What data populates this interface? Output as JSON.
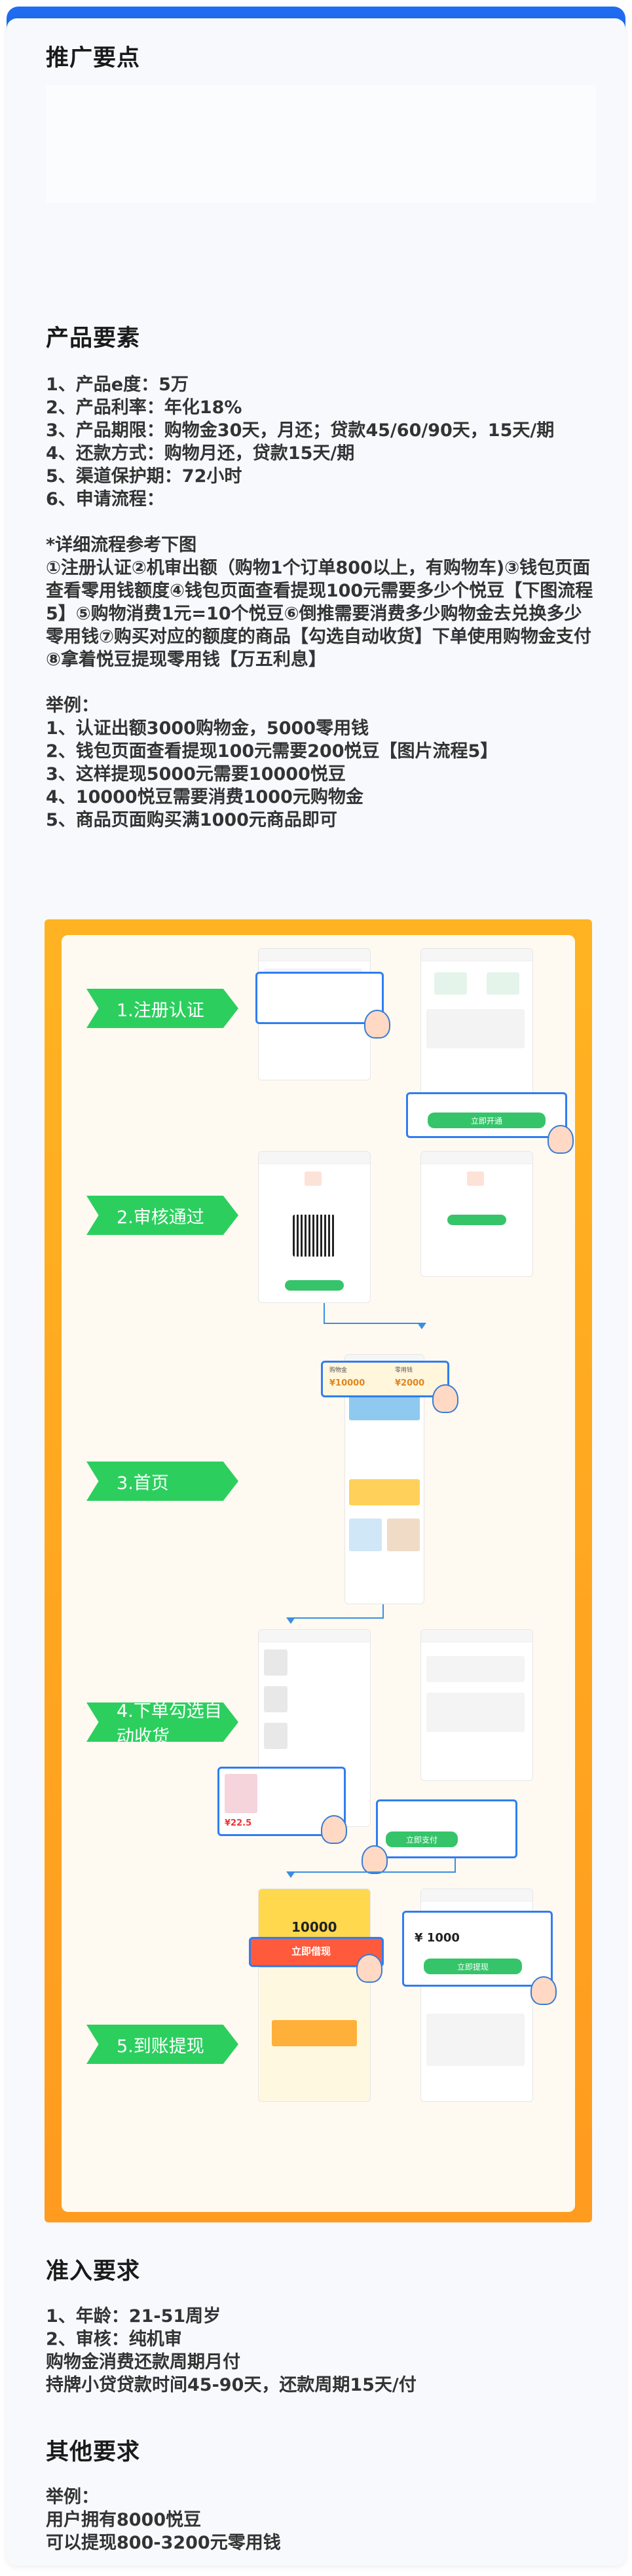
{
  "sections": {
    "promo_title": "推广要点",
    "product_title": "产品要素",
    "product_text": "1、产品e度：5万\n2、产品利率：年化18%\n3、产品期限：购物金30天，月还；贷款45/60/90天，15天/期\n4、还款方式：购物月还，贷款15天/期\n5、渠道保护期：72小时\n6、申请流程：\n\n*详细流程参考下图\n①注册认证②机审出额（购物1个订单800以上，有购物车)③钱包页面查看零用钱额度④钱包页面查看提现100元需要多少个悦豆【下图流程5】⑤购物消费1元=10个悦豆⑥倒推需要消费多少购物金去兑换多少零用钱⑦购买对应的额度的商品【勾选自动收货】下单使用购物金支付⑧拿着悦豆提现零用钱【万五利息】\n\n举例：\n1、认证出额3000购物金，5000零用钱\n2、钱包页面查看提现100元需要200悦豆【图片流程5】\n3、这样提现5000元需要10000悦豆\n4、10000悦豆需要消费1000元购物金\n5、商品页面购买满1000元商品即可",
    "access_title": "准入要求",
    "access_text": "1、年龄：21-51周岁\n2、审核：纯机审\n购物金消费还款周期月付\n持牌小贷贷款时间45-90天，还款周期15天/付",
    "other_title": "其他要求",
    "other_text": "举例：\n用户拥有8000悦豆\n可以提现800-3200元零用钱"
  },
  "flow": {
    "steps": [
      "1.注册认证",
      "2.审核通过",
      "3.首页",
      "4.下单勾选自动收货",
      "5.到账提现"
    ],
    "submit_btn": "立即开通",
    "home_amount_left": "¥10000",
    "home_amount_right": "¥2000",
    "home_label_left": "购物金",
    "home_label_right": "零用钱",
    "order_price": "¥22.5",
    "order_pay_btn": "立即支付",
    "wallet_amount": "10000",
    "wallet_btn": "立即借现",
    "withdraw_amount": "¥ 1000",
    "withdraw_btn": "立即提现"
  },
  "colors": {
    "header": "#1f6cf0",
    "step_green": "#2ccf5e",
    "flow_orange": "#ff9b1f",
    "callout_blue": "#2f7df2"
  }
}
